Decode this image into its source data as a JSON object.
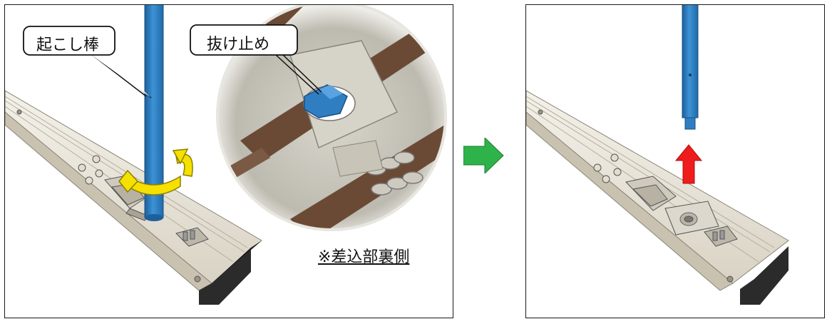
{
  "left_panel": {
    "label_rod": "起こし棒",
    "label_stopper": "抜け止め",
    "note": "※差込部裏側"
  },
  "colors": {
    "rod_blue": "#2f7ec1",
    "rotation_arrow": "#f6e000",
    "transition_arrow": "#2db34a",
    "lift_arrow": "#ee1c1c",
    "rail_body": "#e9e4d8",
    "rail_edge": "#8a8577",
    "end_cap": "#2b2b2b",
    "inset_wood": "#6b4a35"
  },
  "icons": {
    "rotation": "rotate-arrow-icon",
    "next_step": "right-arrow-icon",
    "lift": "up-arrow-icon"
  }
}
